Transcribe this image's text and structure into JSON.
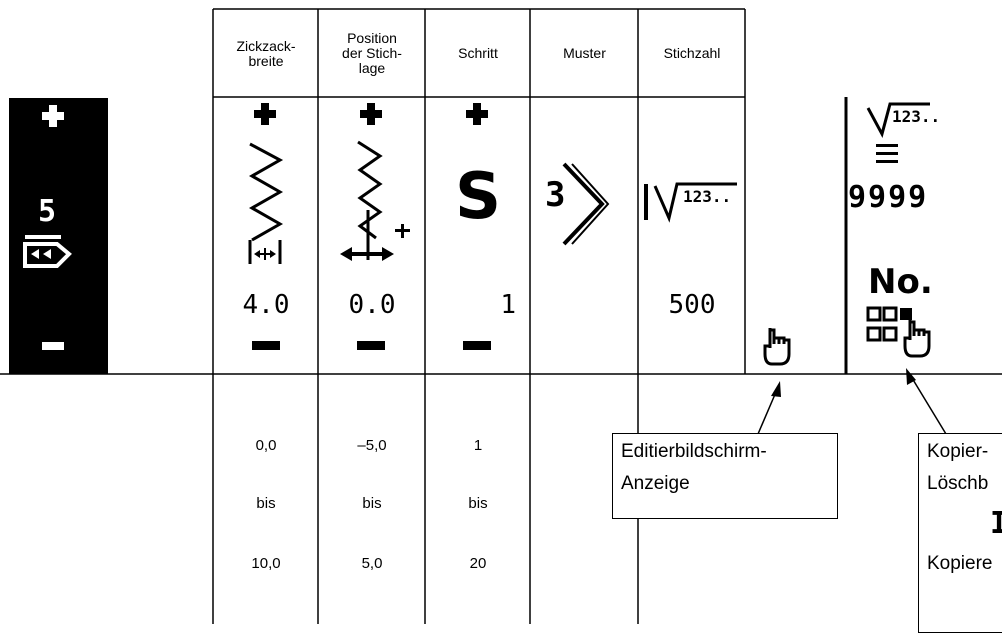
{
  "columns": [
    {
      "header": "Zickzack-\nbreite",
      "value": "4.0",
      "range": {
        "min": "0,0",
        "to": "bis",
        "max": "10,0"
      }
    },
    {
      "header": "Position\nder Stich-\nlage",
      "value": "0.0",
      "range": {
        "min": "–5,0",
        "to": "bis",
        "max": "5,0"
      }
    },
    {
      "header": "Schritt",
      "value": "1",
      "range": {
        "min": "1",
        "to": "bis",
        "max": "20"
      }
    },
    {
      "header": "Muster",
      "value": ""
    },
    {
      "header": "Stichzahl",
      "value": "500"
    }
  ],
  "left_panel": {
    "number": "5",
    "plus": "+",
    "minus": "–"
  },
  "pattern_number": "3",
  "schritt_symbol": "S",
  "counter_value": "9999",
  "no_label": "No.",
  "counter_mini_label": "123..",
  "callouts": {
    "edit": {
      "line1": "Editierbildschirm-",
      "line2": "Anzeige"
    },
    "copy": {
      "line1": "Kopier-",
      "line2": "Löschb",
      "line3": "Kopiere",
      "glyph": "I"
    }
  },
  "colors": {
    "lcd_bg": "#000000",
    "line": "#000000",
    "bg": "#ffffff"
  }
}
